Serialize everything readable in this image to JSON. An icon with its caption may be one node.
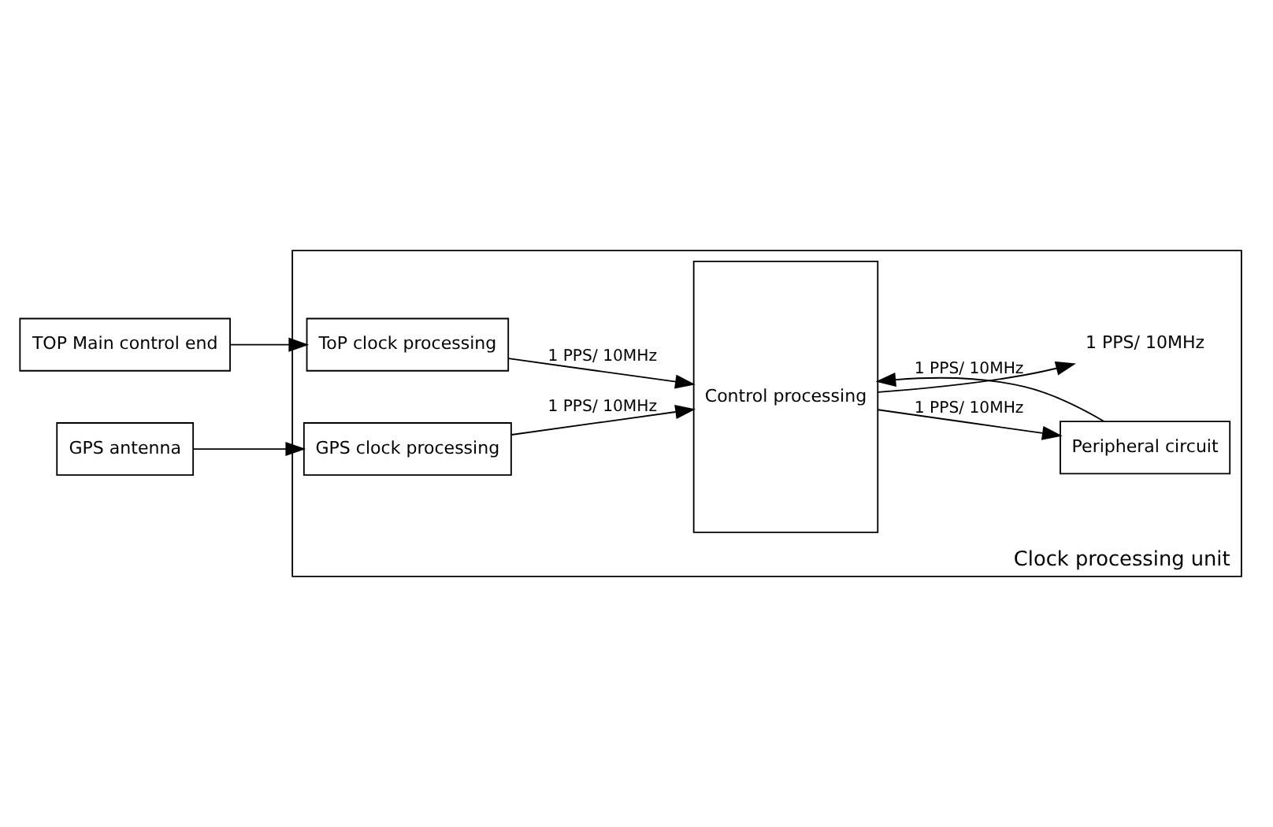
{
  "diagram": {
    "nodes": [
      {
        "text": [
          "Clock processing unit"
        ]
      },
      {
        "text": [
          "TOP Main control end"
        ]
      },
      {
        "text": [
          "GPS antenna"
        ]
      },
      {
        "text": [
          "ToP clock processing"
        ],
        "in": 0
      },
      {
        "text": [
          "GPS clock processing"
        ],
        "in": 0
      },
      {
        "text": [
          "Control processing"
        ],
        "in": 0
      },
      {
        "text": [
          "Peripheral circuit"
        ],
        "in": 0
      },
      {
        "text": [
          "1 PPS/ 10MHz"
        ],
        "in": 0
      }
    ],
    "edges": [
      {
        "from": 1,
        "to": 3,
        "arrow": "to"
      },
      {
        "from": 2,
        "to": 4,
        "arrow": "to"
      },
      {
        "from": 3,
        "to": 5,
        "arrow": "to",
        "label": "1 PPS/ 10MHz"
      },
      {
        "from": 4,
        "to": 5,
        "arrow": "to",
        "label": "1 PPS/ 10MHz"
      },
      {
        "from": 5,
        "to": 6,
        "arrow": "to",
        "label": "1 PPS/ 10MHz"
      },
      {
        "from": 6,
        "to": 5,
        "arrow": "to",
        "label": "1 PPS/ 10MHz"
      },
      {
        "from": 5,
        "to": 7,
        "arrow": "to"
      }
    ]
  }
}
